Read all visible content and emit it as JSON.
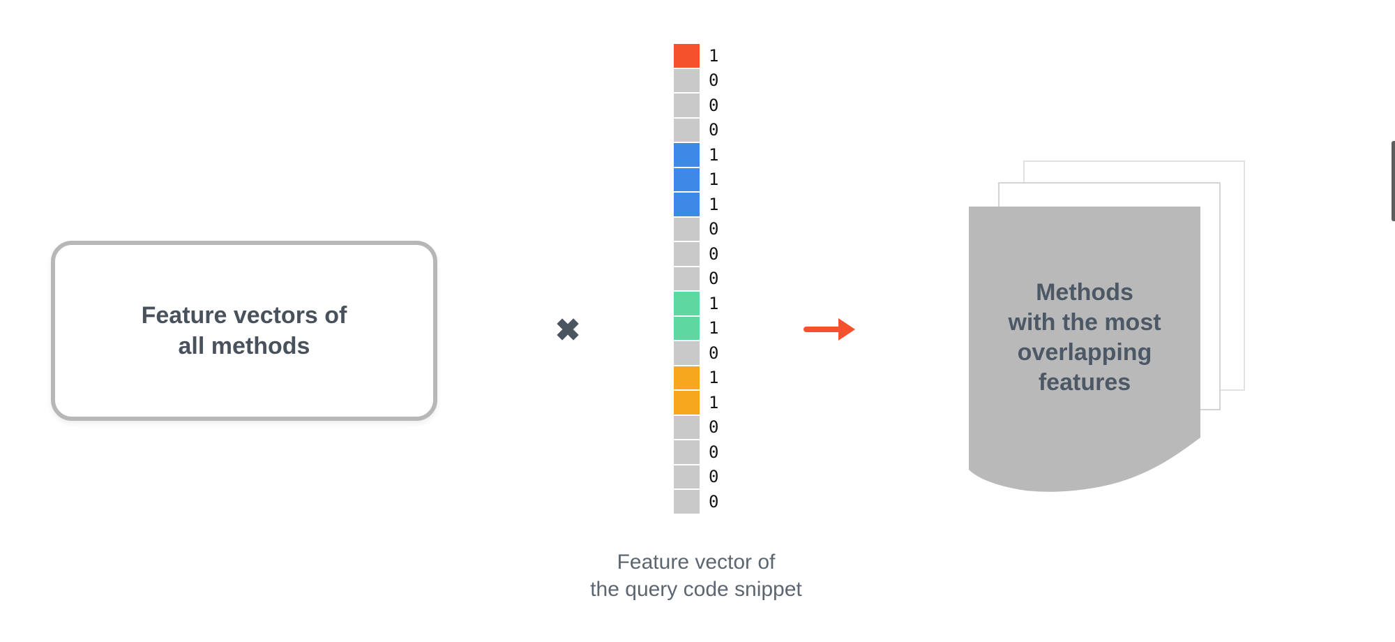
{
  "left_box": {
    "line1": "Feature vectors of",
    "line2": "all methods"
  },
  "multiply": {
    "symbol": "✖"
  },
  "vector": {
    "cells": [
      {
        "value": "1",
        "color": "#F4512C"
      },
      {
        "value": "0",
        "color": "#C9C9C9"
      },
      {
        "value": "0",
        "color": "#C9C9C9"
      },
      {
        "value": "0",
        "color": "#C9C9C9"
      },
      {
        "value": "1",
        "color": "#3E88E8"
      },
      {
        "value": "1",
        "color": "#3E88E8"
      },
      {
        "value": "1",
        "color": "#3E88E8"
      },
      {
        "value": "0",
        "color": "#C9C9C9"
      },
      {
        "value": "0",
        "color": "#C9C9C9"
      },
      {
        "value": "0",
        "color": "#C9C9C9"
      },
      {
        "value": "1",
        "color": "#5ED7A0"
      },
      {
        "value": "1",
        "color": "#5ED7A0"
      },
      {
        "value": "0",
        "color": "#C9C9C9"
      },
      {
        "value": "1",
        "color": "#F6A71E"
      },
      {
        "value": "1",
        "color": "#F6A71E"
      },
      {
        "value": "0",
        "color": "#C9C9C9"
      },
      {
        "value": "0",
        "color": "#C9C9C9"
      },
      {
        "value": "0",
        "color": "#C9C9C9"
      },
      {
        "value": "0",
        "color": "#C9C9C9"
      }
    ],
    "caption_line1": "Feature vector of",
    "caption_line2": "the query code snippet"
  },
  "result_stack": {
    "line1": "Methods",
    "line2": "with the most",
    "line3": "overlapping",
    "line4": "features"
  },
  "colors": {
    "accent": "#F4512C",
    "blue": "#3E88E8",
    "green": "#5ED7A0",
    "amber": "#F6A71E",
    "cell_gray": "#C9C9C9",
    "slate_text": "#49525C",
    "doc_gray": "#B9B9B9"
  }
}
